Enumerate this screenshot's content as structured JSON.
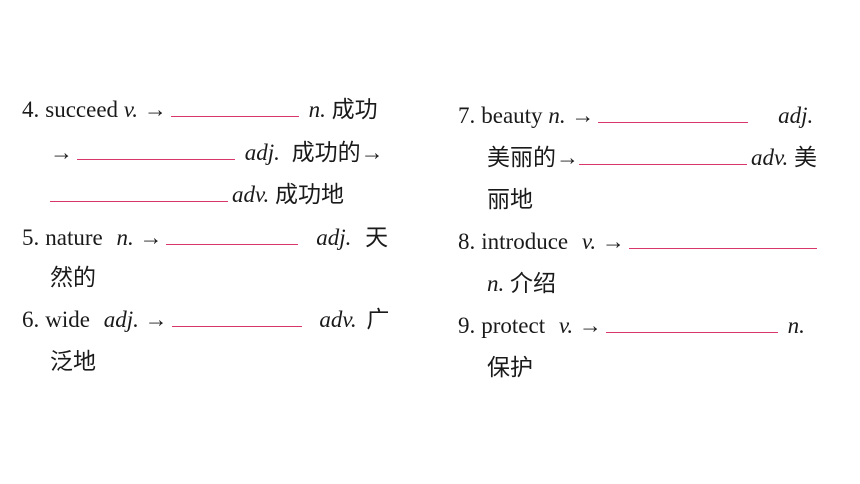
{
  "left": {
    "q4": {
      "num": "4.",
      "word": "succeed",
      "pos1": "v.",
      "arrow1": "→",
      "pos2": "n.",
      "mean2": "成功",
      "arrow2": "→",
      "pos3": "adj.",
      "mean3": "成功的→",
      "pos4": "adv.",
      "mean4": "成功地"
    },
    "q5": {
      "num": "5.",
      "word": "nature",
      "pos1": "n.",
      "arrow1": "→",
      "pos2": "adj.",
      "mean2_a": "天",
      "mean2_b": "然的"
    },
    "q6": {
      "num": "6.",
      "word": "wide",
      "pos1": "adj.",
      "arrow1": "→",
      "pos2": "adv.",
      "mean2_a": "广",
      "mean2_b": "泛地"
    }
  },
  "right": {
    "q7": {
      "num": "7.",
      "word": "beauty",
      "pos1": "n.",
      "arrow1": "→",
      "pos2": "adj.",
      "mean2": "美丽的→",
      "pos3": "adv.",
      "mean3_a": "美",
      "mean3_b": "丽地"
    },
    "q8": {
      "num": "8.",
      "word": "introduce",
      "pos1": "v.",
      "arrow1": "→",
      "pos2": "n.",
      "mean2": "介绍"
    },
    "q9": {
      "num": "9.",
      "word": "protect",
      "pos1": "v.",
      "arrow1": "→",
      "pos2": "n.",
      "mean2": "保护"
    }
  },
  "colors": {
    "blank_line": "#d9366a",
    "text": "#1a1a1a",
    "background": "#ffffff"
  }
}
